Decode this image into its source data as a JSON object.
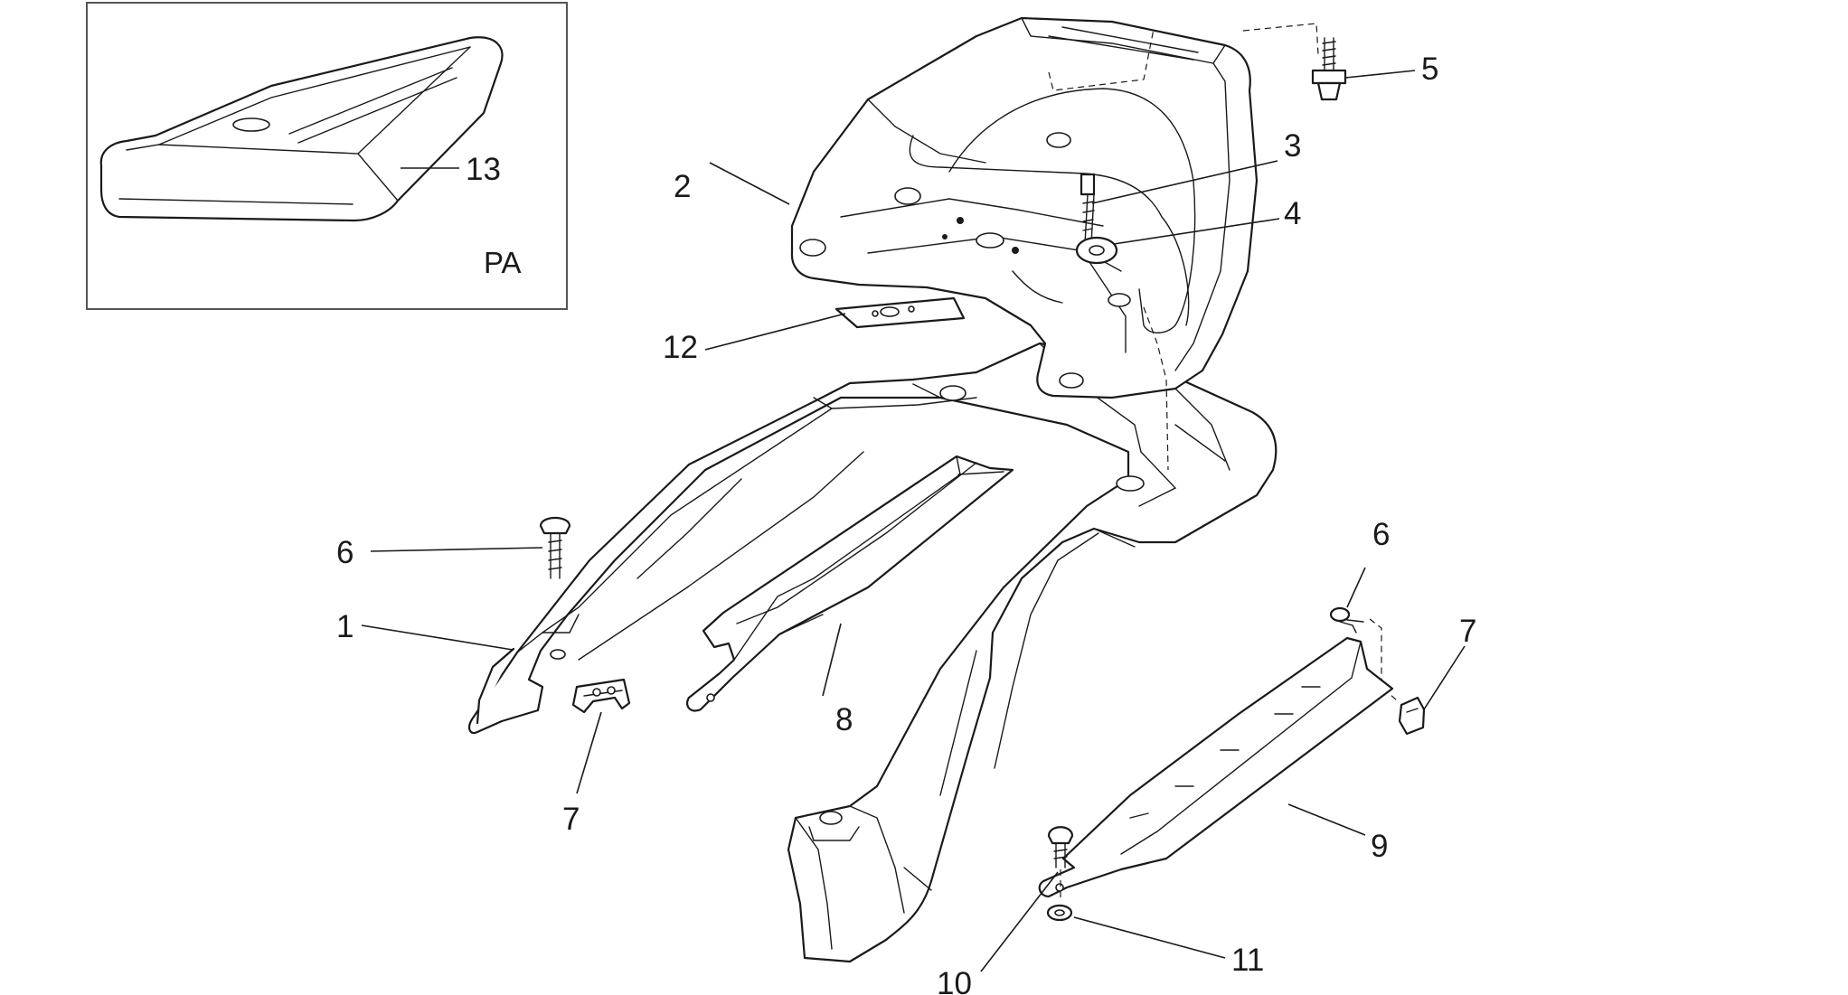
{
  "inset": {
    "variant_label": "PA",
    "part_number": "13"
  },
  "callouts": {
    "c1": "1",
    "c2": "2",
    "c3": "3",
    "c4": "4",
    "c5": "5",
    "c6_left": "6",
    "c6_right": "6",
    "c7_left": "7",
    "c7_right": "7",
    "c8": "8",
    "c9": "9",
    "c10": "10",
    "c11": "11",
    "c12": "12"
  }
}
